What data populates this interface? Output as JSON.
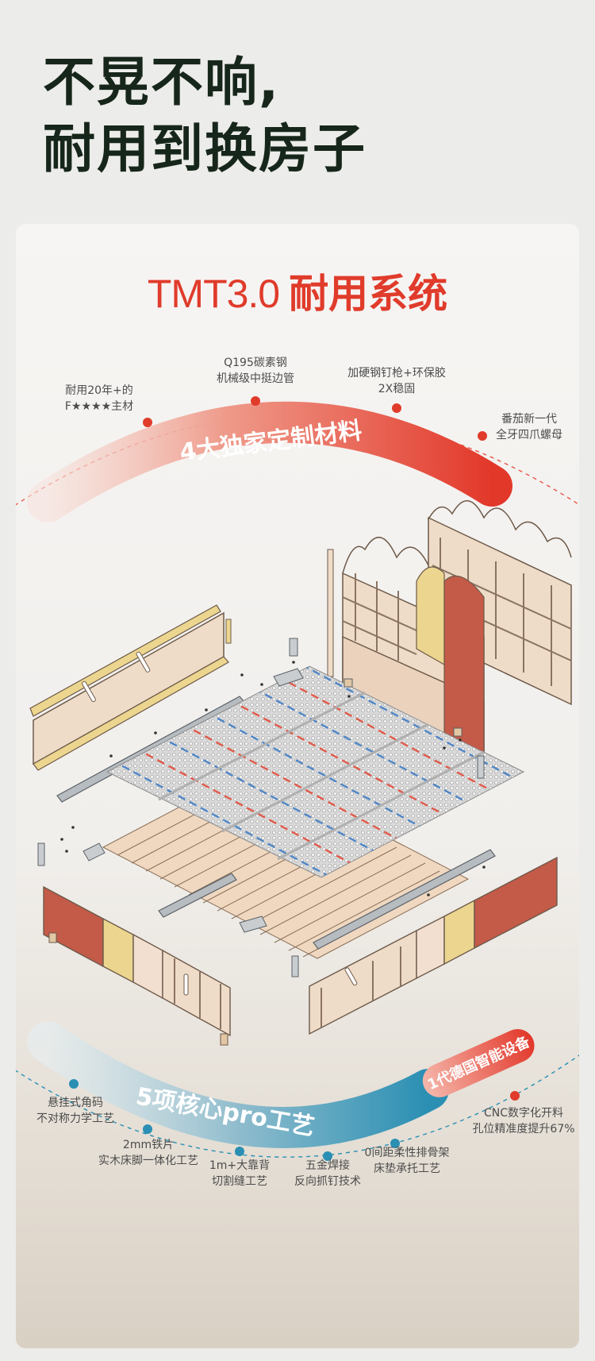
{
  "headline": {
    "line1": "不晃不响,",
    "line2": "耐用到换房子"
  },
  "system_title": {
    "latin": "TMT3.0",
    "cjk": "耐用系统"
  },
  "materials": {
    "banner": "4大独家定制材料",
    "items": [
      {
        "line1": "耐用20年+的",
        "line2": "F★★★★主材"
      },
      {
        "line1": "Q195碳素钢",
        "line2": "机械级中挺边管"
      },
      {
        "line1": "加硬钢钉枪+环保胶",
        "line2": "2X稳固"
      },
      {
        "line1": "番茄新一代",
        "line2": "全牙四爪螺母"
      }
    ]
  },
  "craft": {
    "banner": "5项核心pro工艺",
    "badge": "1代德国智能设备",
    "items": [
      {
        "line1": "悬挂式角码",
        "line2": "不对称力学工艺"
      },
      {
        "line1": "2mm铁片",
        "line2": "实木床脚一体化工艺"
      },
      {
        "line1": "1m+大靠背",
        "line2": "切割缝工艺"
      },
      {
        "line1": "五金焊接",
        "line2": "反向抓钉技术"
      },
      {
        "line1": "0间距柔性排骨架",
        "line2": "床垫承托工艺"
      },
      {
        "line1": "CNC数字化开料",
        "line2": "孔位精准度提升67%"
      }
    ]
  },
  "colors": {
    "accent_red": "#e03b2b",
    "accent_blue": "#2a8fb3",
    "headline": "#17261a",
    "wood": "#efdcc8",
    "terracotta": "#c45a48",
    "yellow": "#ecd68f"
  }
}
